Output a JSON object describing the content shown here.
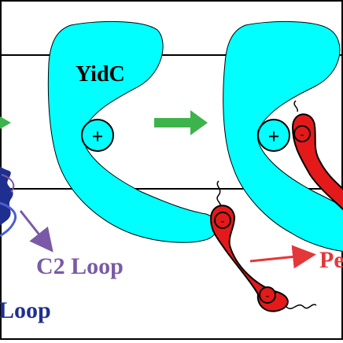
{
  "labels": {
    "yidc": "YidC",
    "c2_loop": "C2 Loop",
    "loop_partial": "Loop",
    "pe_partial": "Pe",
    "plus": "+",
    "minus": "-"
  },
  "colors": {
    "yidc_fill": "#00ffff",
    "substrate": "#e41a1a",
    "arrow_green": "#3cb44b",
    "c2_purple": "#7a5aa6",
    "pe_red": "#e4373a",
    "protein_blue": "#1f2f8f",
    "membrane_line": "#000000"
  }
}
